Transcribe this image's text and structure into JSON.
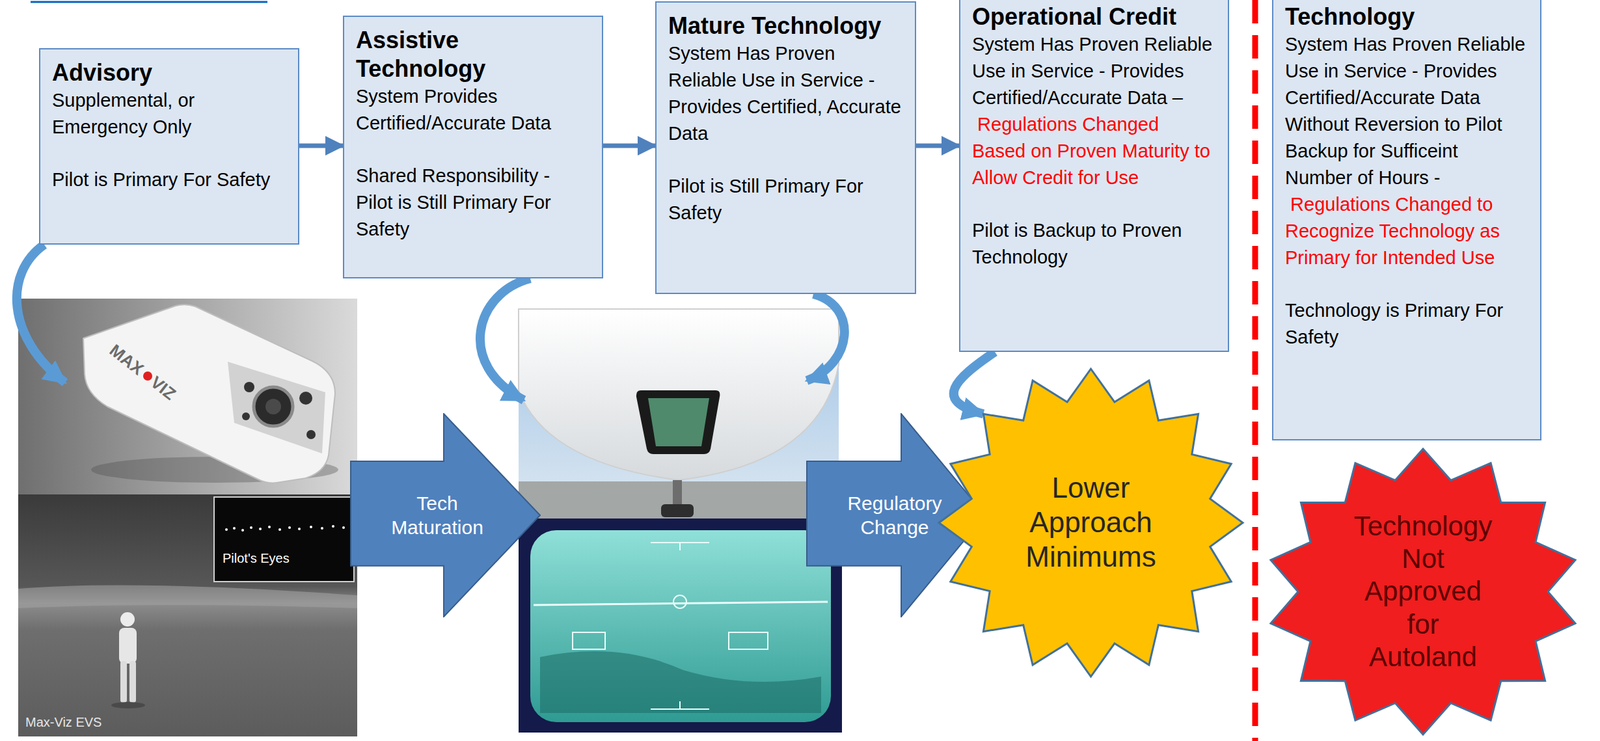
{
  "diagram": {
    "nodes": [
      {
        "text": [
          "Advisory",
          "Supplemental, or Emergency Only",
          "Pilot is Primary For Safety"
        ]
      },
      {
        "text": [
          "Assistive Technology",
          "System Provides Certified/Accurate Data",
          "Shared Responsibility - Pilot is Still Primary For Safety"
        ]
      },
      {
        "text": [
          "Mature Technology",
          "System Has Proven Reliable Use in Service - Provides Certified, Accurate Data",
          "Pilot is Still Primary For Safety"
        ]
      },
      {
        "text": [
          "Operational Credit",
          "System Has Proven Reliable Use in Service - Provides Certified/Accurate Data –",
          "Regulations Changed Based on Proven Maturity to Allow Credit for Use",
          "Pilot is Backup to Proven Technology"
        ]
      },
      {
        "text": [
          "Technology",
          "System Has Proven Reliable Use in Service - Provides Certified/Accurate Data Without Reversion to Pilot Backup for Sufficeint Number of Hours -",
          "Regulations Changed to Recognize Technology as Primary for Intended Use",
          "Technology is Primary For Safety"
        ]
      },
      {
        "text": [
          "Tech Maturation"
        ]
      },
      {
        "text": [
          "Regulatory Change"
        ]
      },
      {
        "text": [
          "Lower Approach Minimums"
        ]
      },
      {
        "text": [
          "Technology Not Approved for Autoland"
        ]
      }
    ],
    "edges": [
      {
        "from": 0,
        "to": 1,
        "arrow": "to"
      },
      {
        "from": 1,
        "to": 2,
        "arrow": "to"
      },
      {
        "from": 2,
        "to": 3,
        "arrow": "to"
      },
      {
        "from": 3,
        "to": 7,
        "arrow": "to"
      }
    ],
    "labels": [
      "MAX",
      "VIZ",
      "Pilot's Eyes",
      "Max-Viz EVS"
    ]
  }
}
